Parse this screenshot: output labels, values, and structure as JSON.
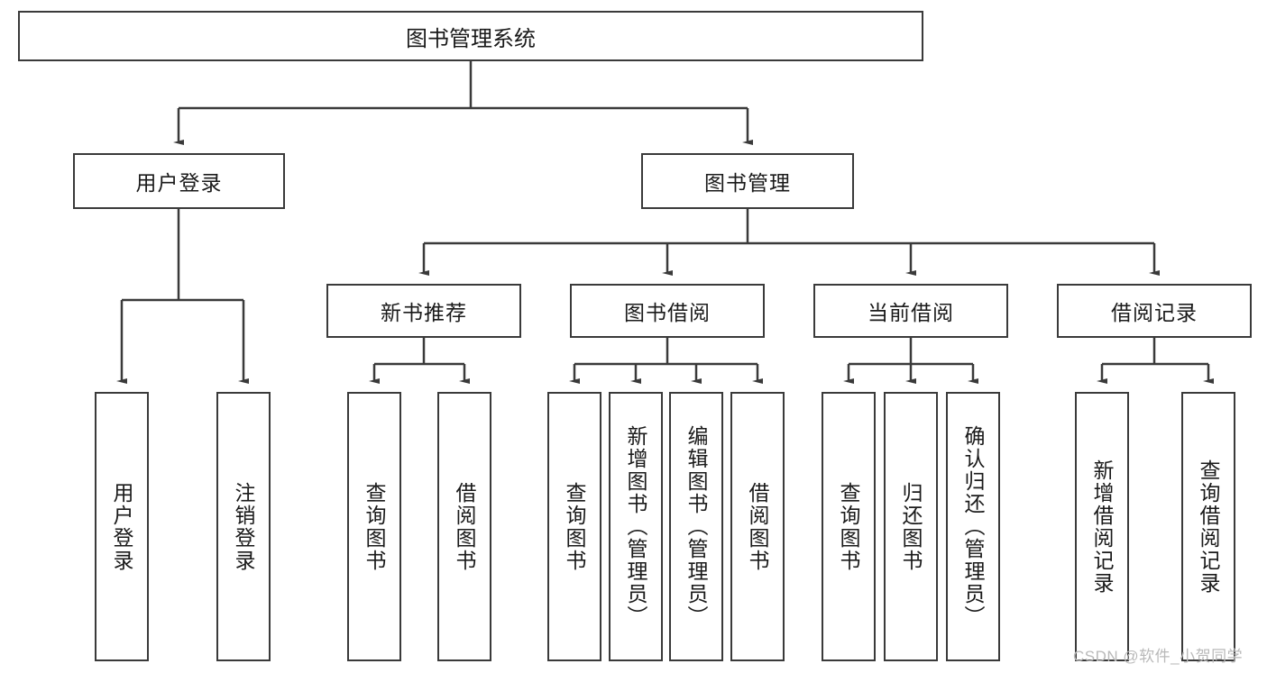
{
  "diagram": {
    "type": "tree",
    "title": "图书管理系统",
    "root": {
      "label": "图书管理系统"
    },
    "level2": [
      {
        "label": "用户登录"
      },
      {
        "label": "图书管理"
      }
    ],
    "level3": [
      {
        "label": "新书推荐"
      },
      {
        "label": "图书借阅"
      },
      {
        "label": "当前借阅"
      },
      {
        "label": "借阅记录"
      }
    ],
    "leaves": {
      "user_login": [
        {
          "label": "用户登录"
        },
        {
          "label": "注销登录"
        }
      ],
      "new_book_recommend": [
        {
          "label": "查询图书"
        },
        {
          "label": "借阅图书"
        }
      ],
      "book_borrow": [
        {
          "label": "查询图书"
        },
        {
          "label": "新增图书（管理员）"
        },
        {
          "label": "编辑图书（管理员）"
        },
        {
          "label": "借阅图书"
        }
      ],
      "current_borrow": [
        {
          "label": "查询图书"
        },
        {
          "label": "归还图书"
        },
        {
          "label": "确认归还（管理员）"
        }
      ],
      "borrow_record": [
        {
          "label": "新增借阅记录"
        },
        {
          "label": "查询借阅记录"
        }
      ]
    },
    "watermark": "CSDN @软件_小贺同学",
    "colors": {
      "border": "#3a3a3a",
      "text": "#1a1a1a",
      "background": "#ffffff",
      "watermark": "#b9b9b9"
    }
  }
}
